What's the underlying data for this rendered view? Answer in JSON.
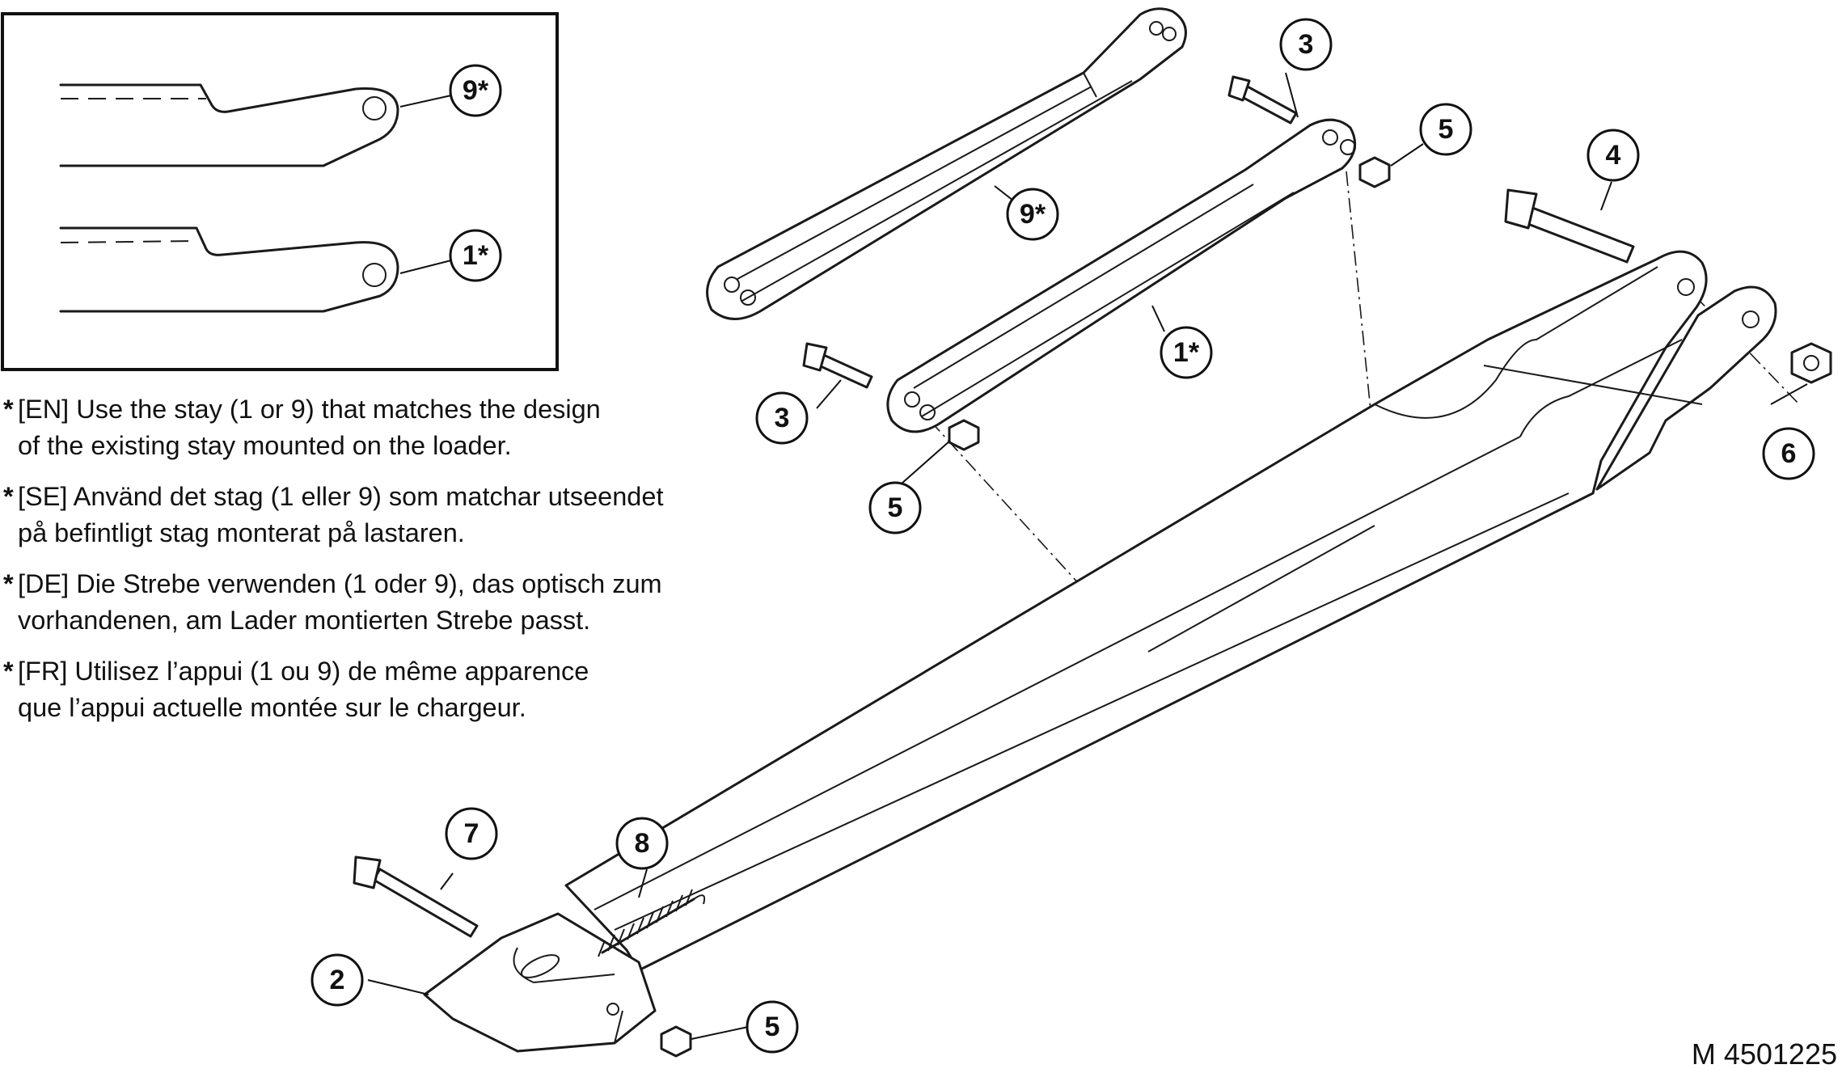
{
  "callouts": {
    "inset_9": "9*",
    "inset_1": "1*",
    "stay_9": "9*",
    "stay_1": "1*",
    "arm": "2",
    "bolt_upper": "3",
    "bolt_lower": "3",
    "bolt_right": "4",
    "nut_upper": "5",
    "nut_lower": "5",
    "nut_bottom": "5",
    "nut_right": "6",
    "bolt_front": "7",
    "spring": "8"
  },
  "notes": [
    {
      "marker": "*",
      "text": "[EN] Use the stay (1 or 9) that matches the design\nof the existing stay mounted on the loader."
    },
    {
      "marker": "*",
      "text": "[SE] Använd det stag (1 eller 9) som matchar utseendet\npå befintligt stag monterat på lastaren."
    },
    {
      "marker": "*",
      "text": "[DE] Die Strebe verwenden (1 oder 9), das optisch zum\nvorhandenen, am Lader montierten Strebe passt."
    },
    {
      "marker": "*",
      "text": "[FR] Utilisez l’appui (1 ou 9) de même apparence\nque l’appui actuelle montée sur le chargeur."
    }
  ],
  "document_number": "M 4501225"
}
